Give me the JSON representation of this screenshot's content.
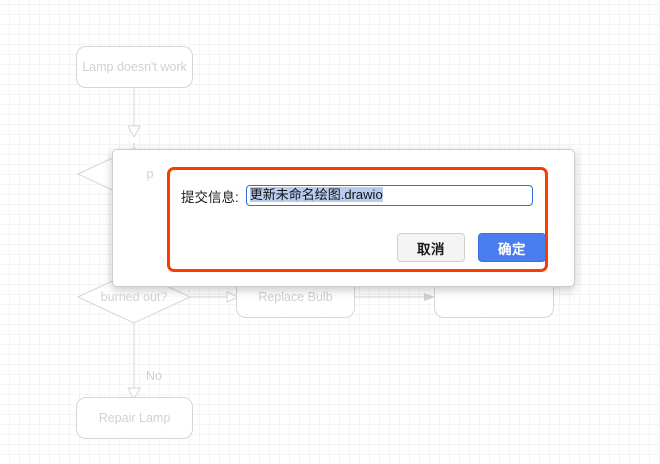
{
  "canvas": {
    "background_color": "#ffffff",
    "grid_minor_color": "#f2f4f7",
    "grid_major_color": "#e8ebef",
    "shape_stroke_color": "#d4d6d9",
    "shape_text_color": "#cfd1d4"
  },
  "flowchart": {
    "nodes": [
      {
        "id": "start",
        "label": "Lamp doesn't work",
        "shape": "rounded-rect"
      },
      {
        "id": "plugged",
        "label": "p",
        "shape": "diamond"
      },
      {
        "id": "burned",
        "label": "burned out?",
        "shape": "diamond"
      },
      {
        "id": "replace",
        "label": "Replace Bulb",
        "shape": "rounded-rect"
      },
      {
        "id": "empty",
        "label": "",
        "shape": "rounded-rect"
      },
      {
        "id": "repair",
        "label": "Repair Lamp",
        "shape": "rounded-rect"
      }
    ],
    "edge_labels": [
      {
        "id": "no-label",
        "label": "No"
      }
    ]
  },
  "dialog": {
    "border_color": "#c9ccd1",
    "highlight_color": "#fa3c00",
    "field": {
      "label": "提交信息:",
      "value": "更新未命名绘图.drawio",
      "selected_text": "更新未命名绘图.drawio",
      "selection_color": "#b9ccf0",
      "focus_border_color": "#2f6fd8"
    },
    "buttons": {
      "cancel_label": "取消",
      "confirm_label": "确定",
      "cancel_bg": "#f4f4f4",
      "confirm_bg": "#4a7df0"
    }
  }
}
